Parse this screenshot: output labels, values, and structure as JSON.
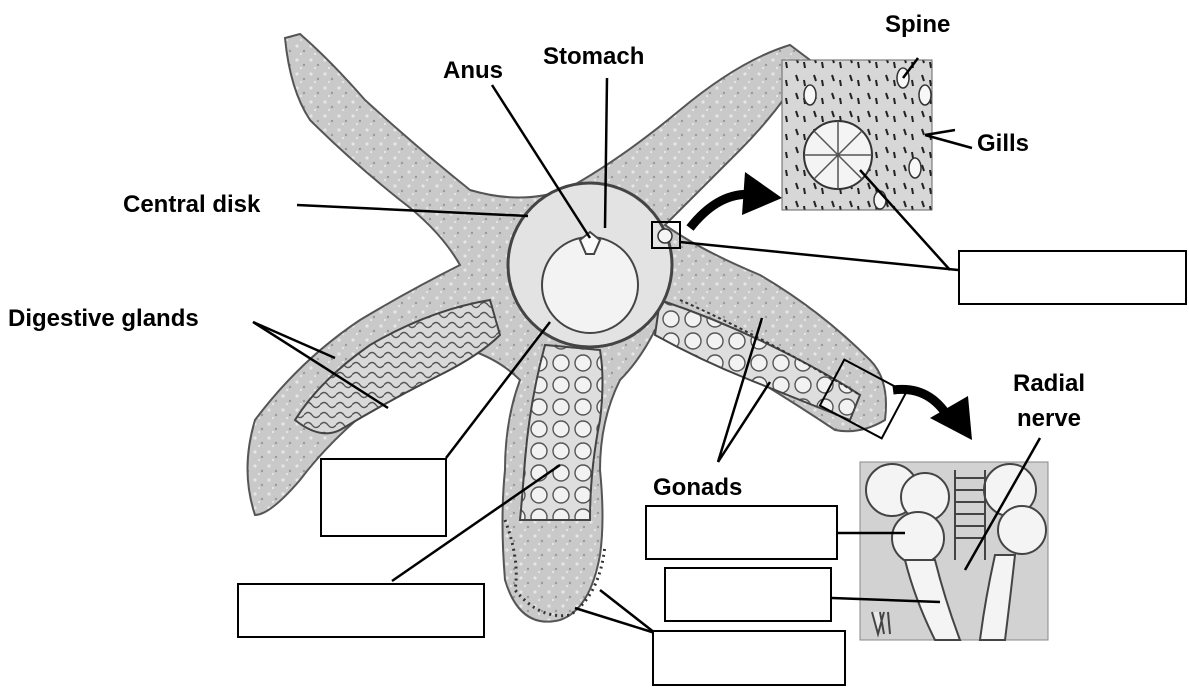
{
  "labels": {
    "anus": "Anus",
    "stomach": "Stomach",
    "spine": "Spine",
    "gills": "Gills",
    "central_disk": "Central disk",
    "digestive_glands": "Digestive glands",
    "radial_nerve_line1": "Radial",
    "radial_nerve_line2": "nerve",
    "gonads": "Gonads"
  },
  "answer_boxes": [
    "",
    "",
    "",
    "",
    "",
    "",
    ""
  ]
}
